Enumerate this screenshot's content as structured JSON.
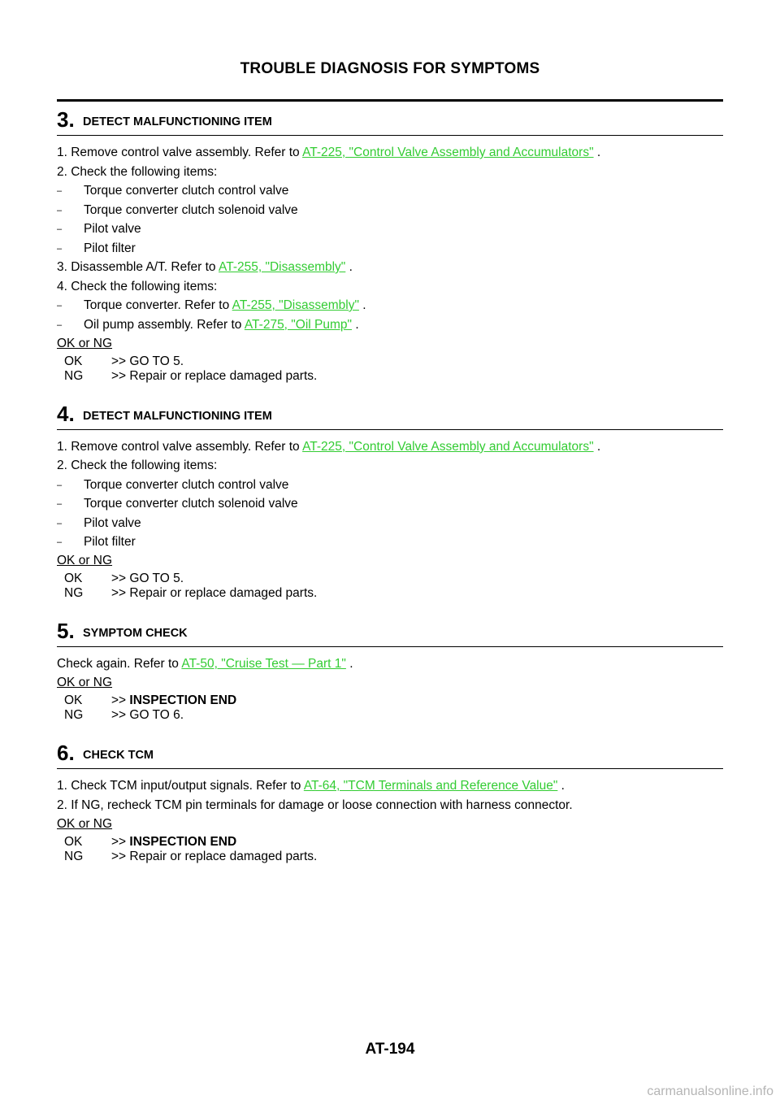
{
  "header": {
    "title": "TROUBLE DIAGNOSIS FOR SYMPTOMS"
  },
  "steps": [
    {
      "num": "3.",
      "title": "DETECT MALFUNCTIONING ITEM",
      "l1_pre": "1. Remove control valve assembly. Refer to ",
      "l1_link": "AT-225, \"Control Valve Assembly and Accumulators\"",
      "l1_post": " .",
      "l2": "2. Check the following items:",
      "d1": "Torque converter clutch control valve",
      "d2": "Torque converter clutch solenoid valve",
      "d3": "Pilot valve",
      "d4": "Pilot filter",
      "l3_pre": "3. Disassemble A/T. Refer to ",
      "l3_link": "AT-255, \"Disassembly\"",
      "l3_post": " .",
      "l4": "4. Check the following items:",
      "d5_pre": "Torque converter. Refer to ",
      "d5_link": "AT-255, \"Disassembly\"",
      "d5_post": " .",
      "d6_pre": "Oil pump assembly. Refer to ",
      "d6_link": "AT-275, \"Oil Pump\"",
      "d6_post": " .",
      "okng": "OK or NG",
      "ok_k": "OK",
      "ok_v": ">> GO TO 5.",
      "ng_k": "NG",
      "ng_v": ">> Repair or replace damaged parts."
    },
    {
      "num": "4.",
      "title": "DETECT MALFUNCTIONING ITEM",
      "l1_pre": "1. Remove control valve assembly. Refer to ",
      "l1_link": "AT-225, \"Control Valve Assembly and Accumulators\"",
      "l1_post": " .",
      "l2": "2. Check the following items:",
      "d1": "Torque converter clutch control valve",
      "d2": "Torque converter clutch solenoid valve",
      "d3": "Pilot valve",
      "d4": "Pilot filter",
      "okng": "OK or NG",
      "ok_k": "OK",
      "ok_v": ">> GO TO 5.",
      "ng_k": "NG",
      "ng_v": ">> Repair or replace damaged parts."
    },
    {
      "num": "5.",
      "title": "SYMPTOM CHECK",
      "l1_pre": "Check again. Refer to ",
      "l1_link": "AT-50, \"Cruise Test — Part 1\"",
      "l1_post": " .",
      "okng": "OK or NG",
      "ok_k": "OK",
      "ok_arrow": ">> ",
      "ok_bold": "INSPECTION END",
      "ng_k": "NG",
      "ng_v": ">> GO TO 6."
    },
    {
      "num": "6.",
      "title": "CHECK TCM",
      "l1_pre": "1. Check TCM input/output signals. Refer to ",
      "l1_link": "AT-64, \"TCM Terminals and Reference Value\"",
      "l1_post": " .",
      "l2": "2. If NG, recheck TCM pin terminals for damage or loose connection with harness connector.",
      "okng": "OK or NG",
      "ok_k": "OK",
      "ok_arrow": ">> ",
      "ok_bold": "INSPECTION END",
      "ng_k": "NG",
      "ng_v": ">> Repair or replace damaged parts."
    }
  ],
  "footer": {
    "page": "AT-194"
  },
  "watermark": "carmanualsonline.info",
  "colors": {
    "link": "#33cc33"
  }
}
